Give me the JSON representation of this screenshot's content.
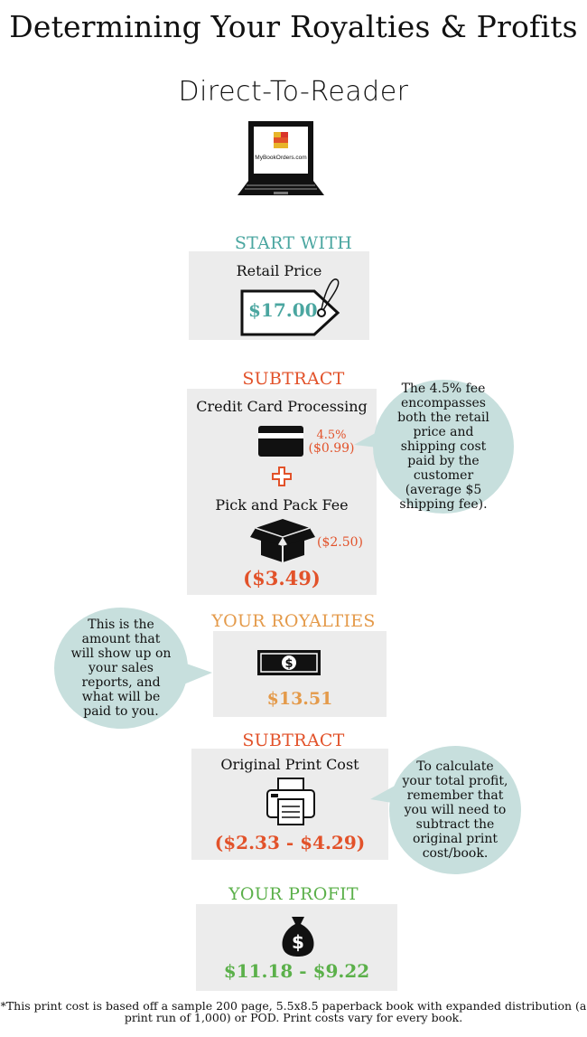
{
  "title": "Determining Your Royalties & Profits",
  "subtitle": "Direct-To-Reader",
  "laptop": {
    "screen_text": "MyBookOrders.com",
    "icon": "laptop-icon"
  },
  "start": {
    "heading": "START WITH",
    "label": "Retail Price",
    "price": "$17.00",
    "icon": "price-tag-icon"
  },
  "subtract1": {
    "heading": "SUBTRACT",
    "cc_label": "Credit Card Processing",
    "cc_percent": "4.5%",
    "cc_amount": "($0.99)",
    "pick_label": "Pick and Pack Fee",
    "pick_amount": "($2.50)",
    "total": "($3.49)",
    "bubble": "The 4.5% fee encompasses both the retail price and shipping cost paid by the customer (average $5 shipping fee)."
  },
  "royalties": {
    "heading": "YOUR ROYALTIES",
    "amount": "$13.51",
    "bubble": "This is the amount that will show up on your sales reports, and what will be paid to you."
  },
  "subtract2": {
    "heading": "SUBTRACT",
    "label": "Original Print Cost",
    "amount": "($2.33 - $4.29)",
    "bubble": "To calculate your total profit, remember that you will need to subtract the original print cost/book."
  },
  "profit": {
    "heading": "YOUR PROFIT",
    "amount": "$11.18 - $9.22"
  },
  "footnote": "*This print cost is based off a sample 200 page, 5.5x8.5 paperback book with expanded distribution (a print run of 1,000) or POD. Print costs vary for every book.",
  "colors": {
    "teal": "#4aa6a0",
    "orange": "#e2522a",
    "gold": "#e49a4a",
    "green": "#5bb04a",
    "box": "#ececec",
    "bubble": "#c7dfdd"
  }
}
